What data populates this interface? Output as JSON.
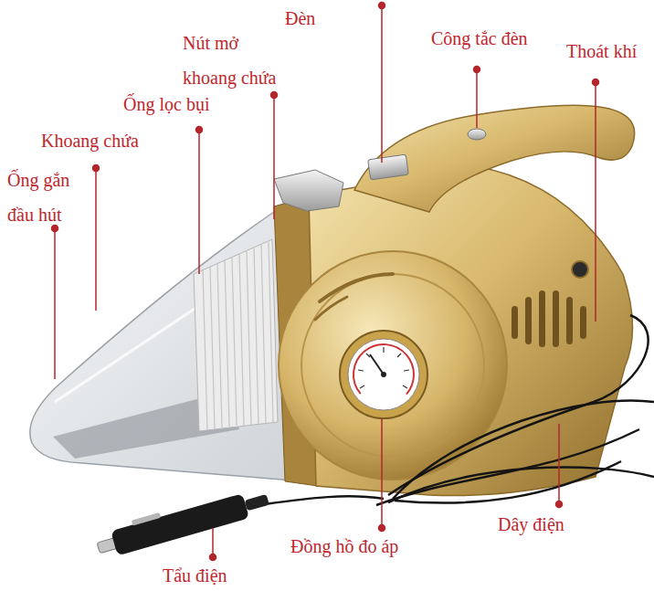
{
  "diagram": {
    "labels": [
      "Đèn",
      "Nút mở khoang chứa",
      "Công tắc đèn",
      "Thoát khí",
      "Ống lọc bụi",
      "Khoang chứa",
      "Ống gắn đầu hút",
      "Dây điện",
      "Tẩu điện",
      "Đồng hồ đo áp"
    ]
  }
}
